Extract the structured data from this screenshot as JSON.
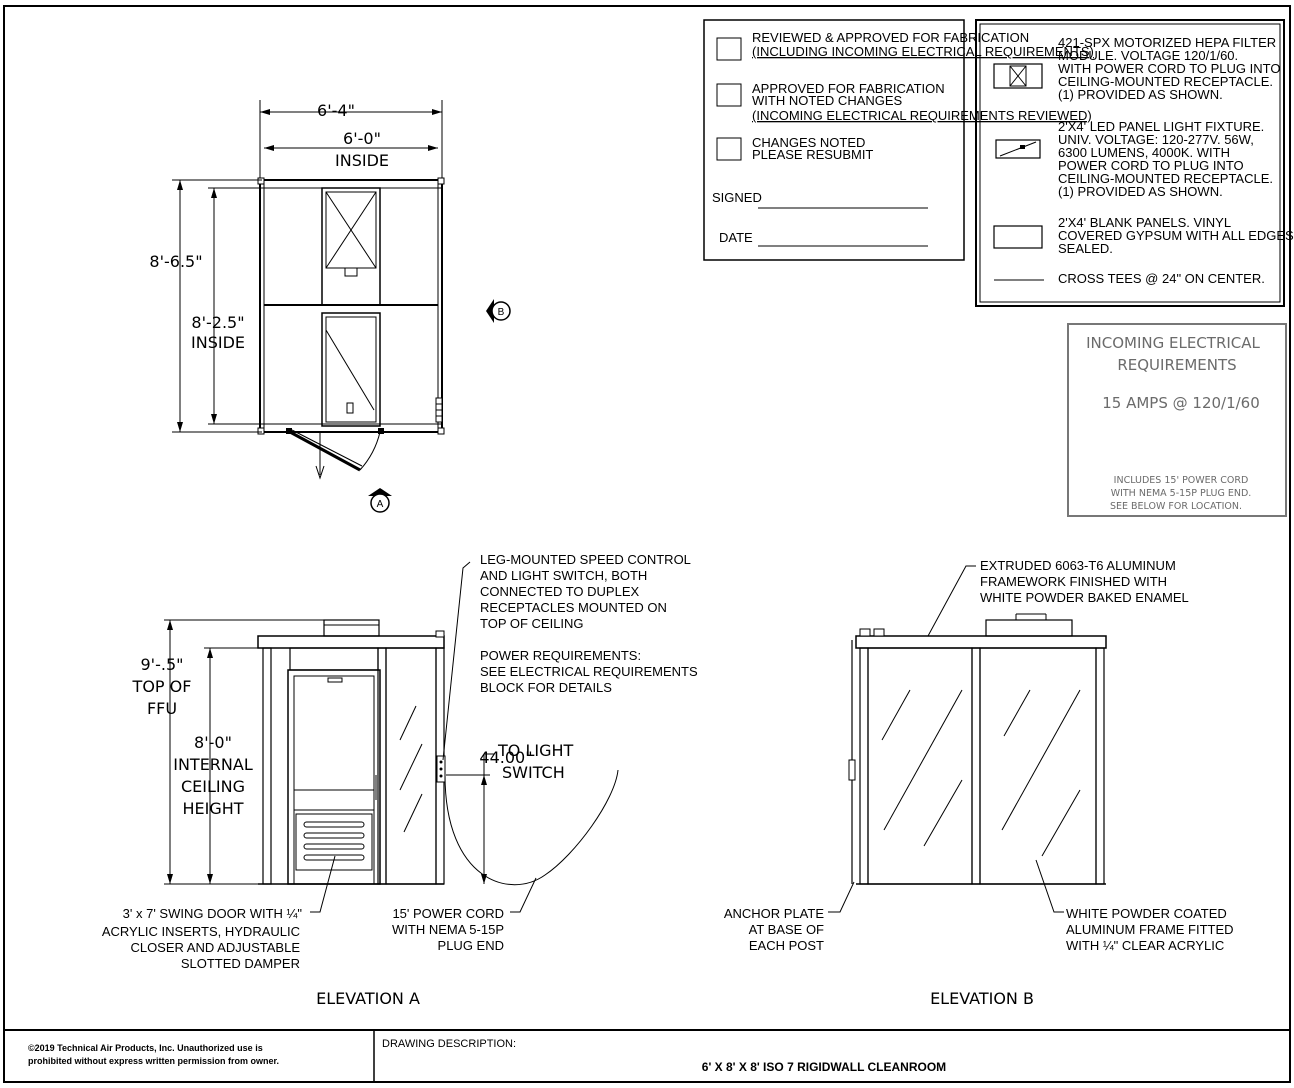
{
  "plan": {
    "dim_outside": "6'-4\"",
    "dim_inside_width": "6'-0\"",
    "inside_label": "INSIDE",
    "dim_outside_depth": "8'-6.5\"",
    "dim_inside_depth": "8'-2.5\"",
    "inside_label2": "INSIDE",
    "marker_a": "A",
    "marker_b": "B"
  },
  "approval": {
    "items": [
      {
        "line1": "REVIEWED & APPROVED FOR FABRICATION",
        "line2": "(INCLUDING INCOMING ELECTRICAL REQUIREMENTS)",
        "line3": ""
      },
      {
        "line1": "APPROVED FOR FABRICATION",
        "line2": "WITH NOTED CHANGES",
        "line3": "(INCOMING ELECTRICAL REQUIREMENTS REVIEWED)"
      },
      {
        "line1": "CHANGES NOTED",
        "line2": "PLEASE RESUBMIT",
        "line3": ""
      }
    ],
    "signed_label": "SIGNED",
    "date_label": "DATE"
  },
  "legend": {
    "items": [
      {
        "icon": "hepa-filter-icon",
        "lines": [
          "421-SPX  MOTORIZED HEPA FILTER",
          "MODULE. VOLTAGE 120/1/60.",
          "WITH POWER CORD TO PLUG INTO",
          "CEILING-MOUNTED RECEPTACLE.",
          "(1) PROVIDED AS SHOWN."
        ]
      },
      {
        "icon": "led-panel-icon",
        "lines": [
          "2'X4' LED PANEL LIGHT FIXTURE.",
          "UNIV. VOLTAGE: 120-277V.   56W,",
          "6300 LUMENS, 4000K. WITH",
          "POWER CORD TO PLUG INTO",
          "CEILING-MOUNTED RECEPTACLE.",
          "(1) PROVIDED AS SHOWN."
        ]
      },
      {
        "icon": "blank-panel-icon",
        "lines": [
          "2'X4' BLANK PANELS. VINYL",
          "COVERED GYPSUM WITH ALL EDGES",
          "SEALED."
        ]
      },
      {
        "icon": "cross-tee-icon",
        "lines": [
          "CROSS TEES @ 24\" ON CENTER."
        ]
      }
    ]
  },
  "electrical": {
    "title1": "INCOMING ELECTRICAL",
    "title2": "REQUIREMENTS",
    "rating": "15 AMPS @ 120/1/60",
    "note1": "INCLUDES 15' POWER CORD",
    "note2": "WITH NEMA 5-15P PLUG END.",
    "note3": "SEE BELOW FOR LOCATION."
  },
  "elevation_a": {
    "title": "ELEVATION A",
    "h_total": "9'-.5\"",
    "h_total_l2": "TOP OF",
    "h_total_l3": "FFU",
    "h_ceiling": "8'-0\"",
    "h_ceiling_l2": "INTERNAL",
    "h_ceiling_l3": "CEILING",
    "h_ceiling_l4": "HEIGHT",
    "switch_dim": "44.00\"",
    "switch_l2": "TO LIGHT",
    "switch_l3": "SWITCH",
    "note_speed": [
      "LEG-MOUNTED SPEED CONTROL",
      "AND LIGHT SWITCH, BOTH",
      "CONNECTED TO DUPLEX",
      "RECEPTACLES MOUNTED ON",
      "TOP OF CEILING"
    ],
    "note_power": [
      "POWER REQUIREMENTS:",
      "SEE ELECTRICAL REQUIREMENTS",
      "BLOCK FOR DETAILS"
    ],
    "note_door": [
      "3' x 7' SWING DOOR WITH ¼\"",
      "ACRYLIC INSERTS, HYDRAULIC",
      "CLOSER AND ADJUSTABLE",
      "SLOTTED DAMPER"
    ],
    "note_cord": [
      "15' POWER CORD",
      "WITH NEMA 5-15P",
      "PLUG END"
    ]
  },
  "elevation_b": {
    "title": "ELEVATION B",
    "note_frame": [
      "EXTRUDED 6063-T6 ALUMINUM",
      "FRAMEWORK FINISHED WITH",
      "WHITE POWDER BAKED ENAMEL"
    ],
    "note_anchor": [
      "ANCHOR PLATE",
      "AT BASE OF",
      "EACH POST"
    ],
    "note_acrylic": [
      "WHITE POWDER COATED",
      "ALUMINUM FRAME FITTED",
      "WITH ¼\" CLEAR ACRYLIC"
    ]
  },
  "footer": {
    "copyright1": "©2019 Technical Air Products, Inc.  Unauthorized use is",
    "copyright2": "prohibited without express written permission from owner.",
    "desc_label": "DRAWING DESCRIPTION:",
    "desc_value": "6' X 8' X 8' ISO 7 RIGIDWALL CLEANROOM"
  }
}
